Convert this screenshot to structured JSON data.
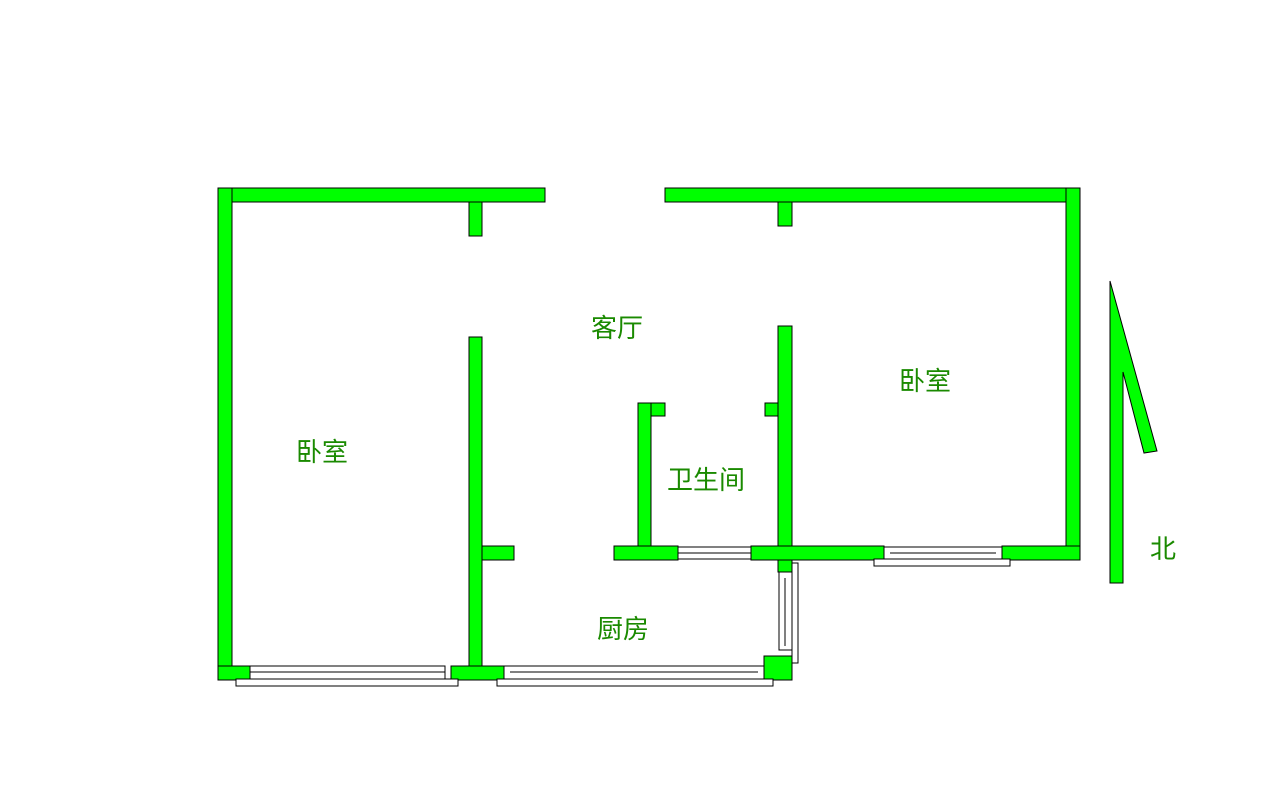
{
  "rooms": {
    "living_room": "客厅",
    "bedroom_left": "卧室",
    "bedroom_right": "卧室",
    "bathroom": "卫生间",
    "kitchen": "厨房"
  },
  "compass": {
    "north_label": "北"
  },
  "colors": {
    "wall": "#00ff00",
    "label": "#1a8a00"
  }
}
